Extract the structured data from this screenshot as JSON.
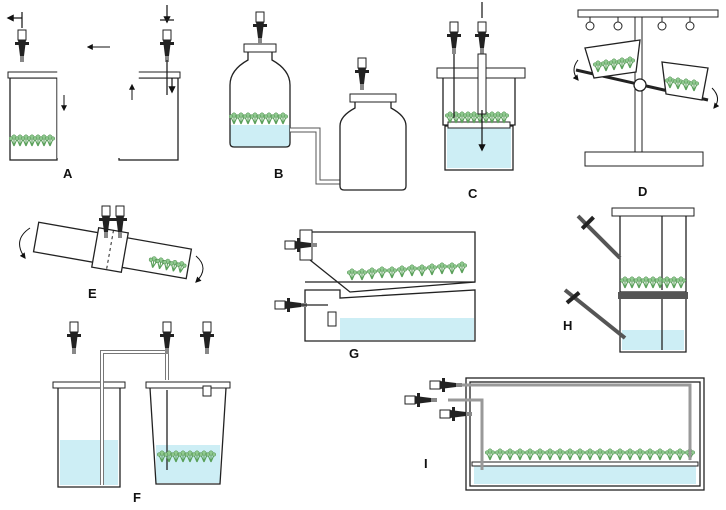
{
  "panels": [
    {
      "id": "A",
      "label": "A"
    },
    {
      "id": "B",
      "label": "B"
    },
    {
      "id": "C",
      "label": "C"
    },
    {
      "id": "D",
      "label": "D"
    },
    {
      "id": "E",
      "label": "E"
    },
    {
      "id": "F",
      "label": "F"
    },
    {
      "id": "G",
      "label": "G"
    },
    {
      "id": "H",
      "label": "H"
    },
    {
      "id": "I",
      "label": "I"
    }
  ],
  "colors": {
    "water": "#cdeef5",
    "plant": "#5aa05a",
    "leaf": "#8fc98f",
    "line": "#222222"
  }
}
